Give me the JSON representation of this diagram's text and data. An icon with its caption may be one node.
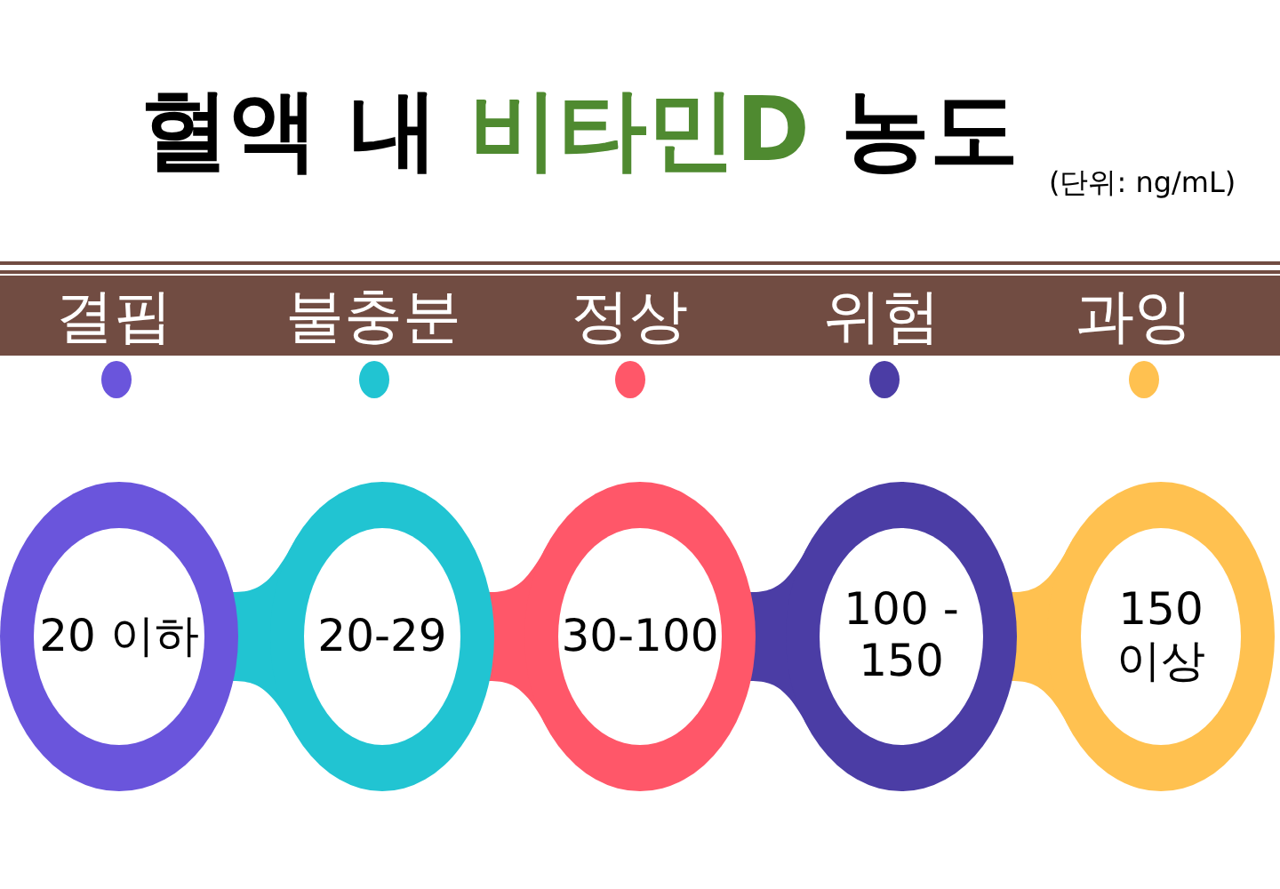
{
  "diagram": {
    "title": "혈액 내 **비타민D** 농도",
    "nodes": [
      {
        "text": [
          "20 이하"
        ]
      },
      {
        "text": [
          "20-29"
        ]
      },
      {
        "text": [
          "30-100"
        ]
      },
      {
        "text": [
          "100 - 150"
        ]
      },
      {
        "text": [
          "150 이상"
        ]
      }
    ],
    "edges": [
      {
        "from": 0,
        "to": 1,
        "arrow": "none",
        "color": "#21c4d2"
      },
      {
        "from": 1,
        "to": 2,
        "arrow": "none",
        "color": "#ff5769"
      },
      {
        "from": 2,
        "to": 3,
        "arrow": "none",
        "color": "#4b3da5"
      },
      {
        "from": 3,
        "to": 4,
        "arrow": "none",
        "color": "#ffc150"
      }
    ],
    "labels": [
      "(단위: ng/mL)"
    ],
    "legend": [
      {
        "text": "결핍",
        "color": "#6a55dc"
      },
      {
        "text": "불충분",
        "color": "#21c4d2"
      },
      {
        "text": "정상",
        "color": "#ff5769"
      },
      {
        "text": "위험",
        "color": "#4b3da5"
      },
      {
        "text": "과잉",
        "color": "#ffc150"
      }
    ]
  }
}
